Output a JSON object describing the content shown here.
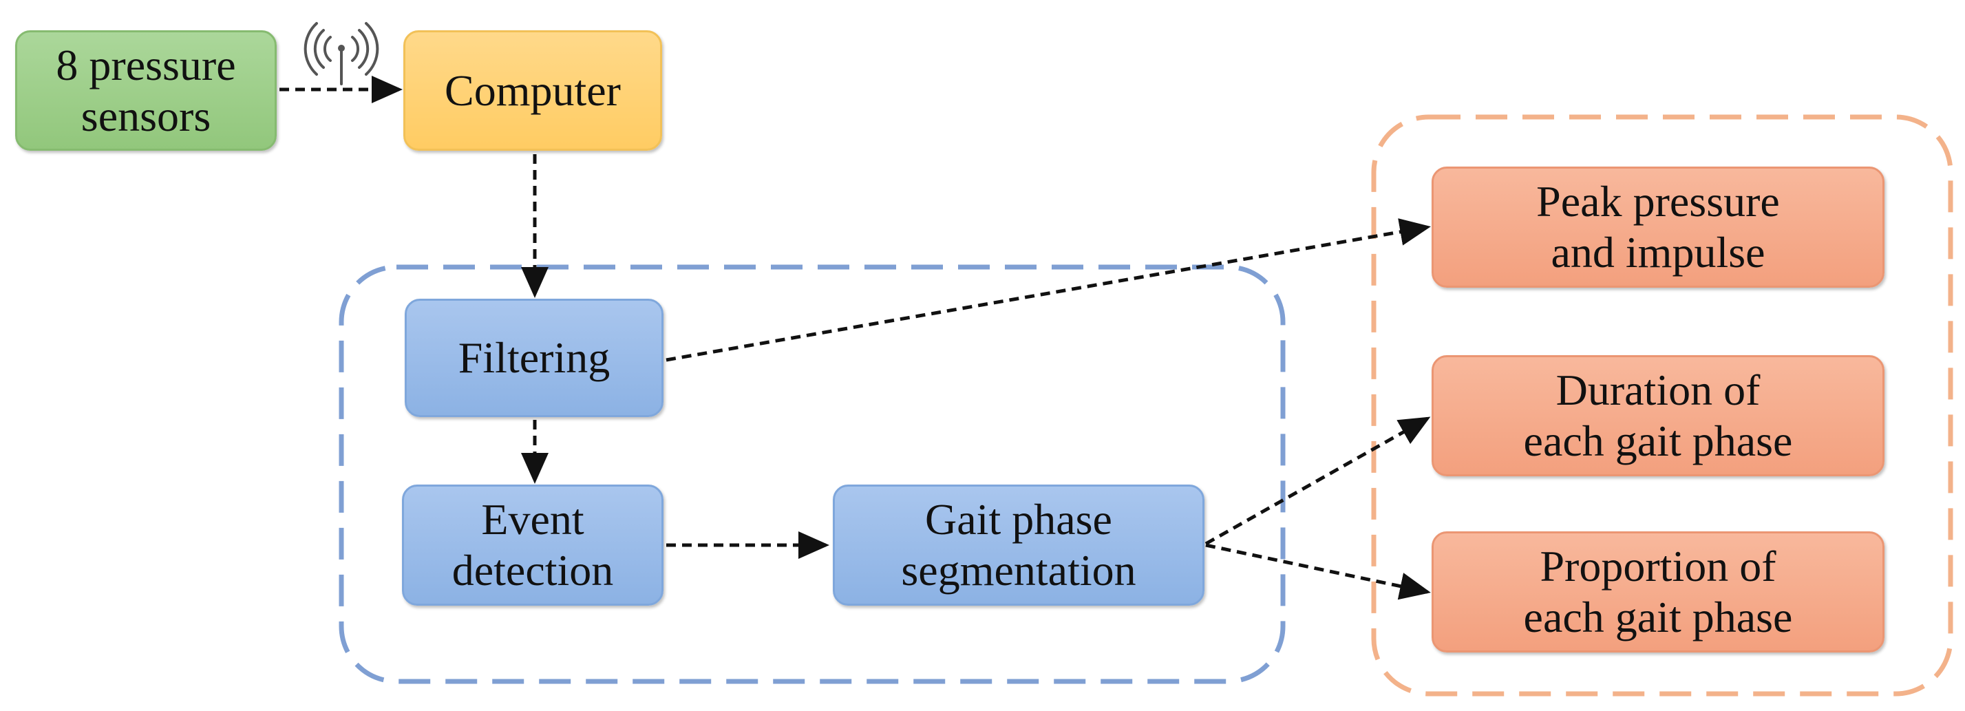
{
  "nodes": {
    "sensors": {
      "line1": "8 pressure",
      "line2": "sensors"
    },
    "computer": {
      "label": "Computer"
    },
    "filtering": {
      "label": "Filtering"
    },
    "event_detection": {
      "line1": "Event",
      "line2": "detection"
    },
    "gait_segmentation": {
      "line1": "Gait phase",
      "line2": "segmentation"
    },
    "peak_pressure": {
      "line1": "Peak pressure",
      "line2": "and impulse"
    },
    "duration": {
      "line1": "Duration of",
      "line2": "each gait phase"
    },
    "proportion": {
      "line1": "Proportion of",
      "line2": "each gait phase"
    }
  },
  "icons": {
    "wireless": "wireless-antenna-icon"
  },
  "colors": {
    "sensors_fill": "#9fcf8b",
    "computer_fill": "#ffd274",
    "processing_fill": "#9bbde9",
    "output_fill": "#f5aa89",
    "processing_group_border": "#7f9fd3",
    "output_group_border": "#f3b28a",
    "arrow": "#111111"
  }
}
